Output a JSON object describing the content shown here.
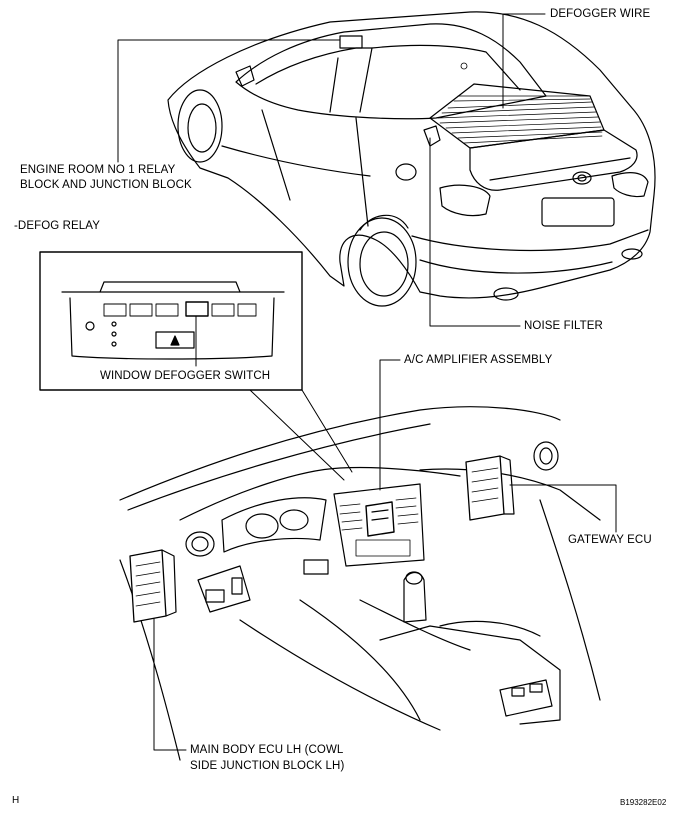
{
  "labels": {
    "defogger_wire": "DEFOGGER WIRE",
    "engine_room_line1": "ENGINE ROOM NO  1 RELAY",
    "engine_room_line2": "BLOCK AND JUNCTION BLOCK",
    "defog_relay": "-DEFOG RELAY",
    "noise_filter": "NOISE FILTER",
    "window_defogger_switch": "WINDOW DEFOGGER SWITCH",
    "ac_amplifier": "A/C AMPLIFIER ASSEMBLY",
    "gateway_ecu": "GATEWAY ECU",
    "main_body_line1": "MAIN BODY ECU LH (COWL",
    "main_body_line2": "SIDE JUNCTION BLOCK LH)"
  },
  "footer": {
    "view_code": "H",
    "figure_id": "B193282E02"
  }
}
